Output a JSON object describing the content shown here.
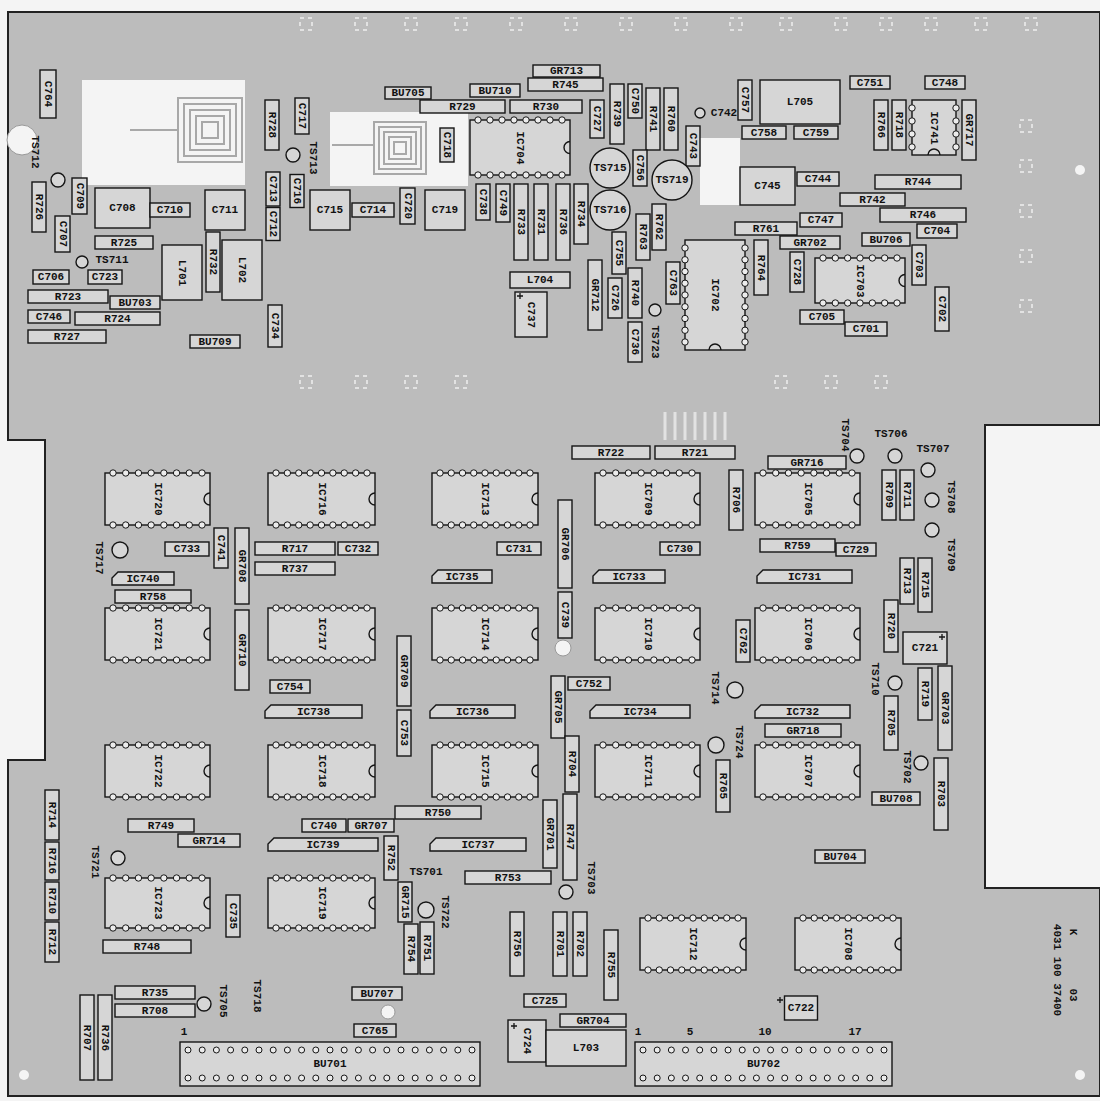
{
  "diagram": {
    "labels": [
      "C764",
      "TS712",
      "R726",
      "C709",
      "C707",
      "C708",
      "C710",
      "C711",
      "R725",
      "C706",
      "TS711",
      "C723",
      "R723",
      "BU703",
      "C746",
      "R724",
      "R727",
      "L701",
      "R732",
      "L702",
      "BU709",
      "C734",
      "R728",
      "C717",
      "TS713",
      "C713",
      "C716",
      "C712",
      "BU705",
      "R729",
      "C715",
      "C714",
      "C720",
      "C718",
      "C719",
      "BU710",
      "GR713",
      "R745",
      "R730",
      "IC704",
      "C738",
      "C749",
      "R733",
      "R731",
      "R736",
      "R734",
      "C727",
      "R739",
      "C750",
      "R741",
      "R760",
      "C743",
      "TS715",
      "TS716",
      "TS719",
      "C756",
      "C742",
      "C757",
      "L705",
      "C758",
      "C759",
      "C751",
      "C748",
      "R766",
      "R718",
      "IC741",
      "GR717",
      "C745",
      "C744",
      "R744",
      "R742",
      "R746",
      "C747",
      "R761",
      "GR702",
      "BU706",
      "C704",
      "C728",
      "R764",
      "IC703",
      "C703",
      "C702",
      "C705",
      "C701",
      "IC702",
      "R762",
      "R763",
      "C755",
      "R740",
      "C726",
      "GR712",
      "C763",
      "L704",
      "C737",
      "C736",
      "TS723",
      "R722",
      "R721",
      "GR716",
      "TS704",
      "TS706",
      "TS707",
      "TS708",
      "TS709",
      "R709",
      "R711",
      "R713",
      "R715",
      "R720",
      "C721",
      "R719",
      "GR703",
      "TS710",
      "R705",
      "TS702",
      "R703",
      "BU708",
      "IC705",
      "R706",
      "IC709",
      "IC713",
      "IC716",
      "IC720",
      "TS717",
      "C733",
      "C741",
      "GR708",
      "R717",
      "C732",
      "R737",
      "C731",
      "GR706",
      "C739",
      "C730",
      "R759",
      "C729",
      "IC740",
      "R758",
      "IC735",
      "IC733",
      "IC731",
      "IC721",
      "GR710",
      "IC717",
      "IC714",
      "IC710",
      "IC706",
      "C762",
      "C754",
      "GR709",
      "IC738",
      "C753",
      "IC736",
      "C752",
      "GR705",
      "R704",
      "IC734",
      "TS714",
      "TS724",
      "IC732",
      "GR718",
      "IC722",
      "IC718",
      "IC715",
      "IC711",
      "IC707",
      "R765",
      "BU704",
      "R714",
      "R716",
      "R710",
      "R712",
      "R749",
      "GR714",
      "TS721",
      "R750",
      "C740",
      "GR707",
      "IC739",
      "IC737",
      "GR701",
      "R747",
      "R753",
      "R752",
      "GR715",
      "TS701",
      "TS722",
      "TS703",
      "IC723",
      "IC719",
      "C735",
      "R748",
      "R754",
      "R751",
      "R756",
      "R701",
      "R702",
      "R755",
      "IC712",
      "IC708",
      "C722",
      "C725",
      "GR704",
      "C724",
      "L703",
      "BU707",
      "C765",
      "BU701",
      "1",
      "BU702",
      "1",
      "5",
      "10",
      "17",
      "R735",
      "R708",
      "TS705",
      "TS718",
      "R707",
      "R736",
      "4031 100 37400",
      "K",
      "03"
    ]
  }
}
